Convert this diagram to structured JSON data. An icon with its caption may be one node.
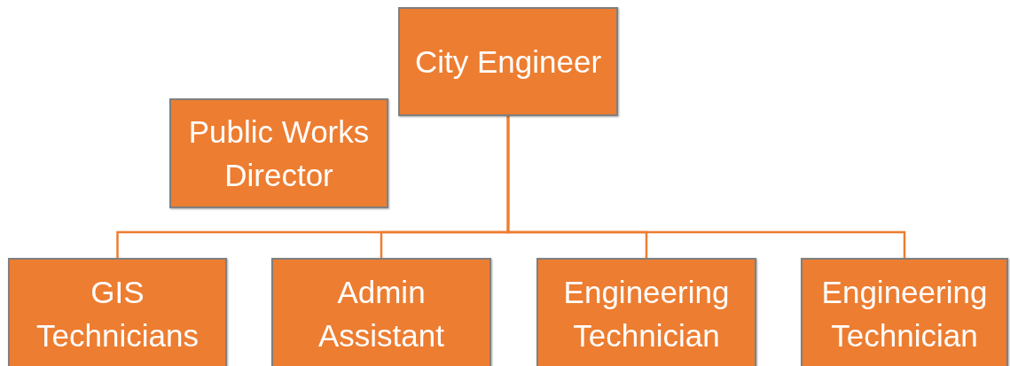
{
  "diagram": {
    "nodes": [
      {
        "text": [
          "City Engineer"
        ]
      },
      {
        "text": [
          "Public Works Director"
        ]
      },
      {
        "text": [
          "GIS Technicians"
        ]
      },
      {
        "text": [
          "Admin Assistant"
        ]
      },
      {
        "text": [
          "Engineering Technician"
        ]
      },
      {
        "text": [
          "Engineering Technician"
        ]
      }
    ],
    "edges": [
      {
        "from": 0,
        "to": 2,
        "arrow": "none"
      },
      {
        "from": 0,
        "to": 3,
        "arrow": "none"
      },
      {
        "from": 0,
        "to": 4,
        "arrow": "none"
      },
      {
        "from": 0,
        "to": 5,
        "arrow": "none"
      }
    ]
  }
}
